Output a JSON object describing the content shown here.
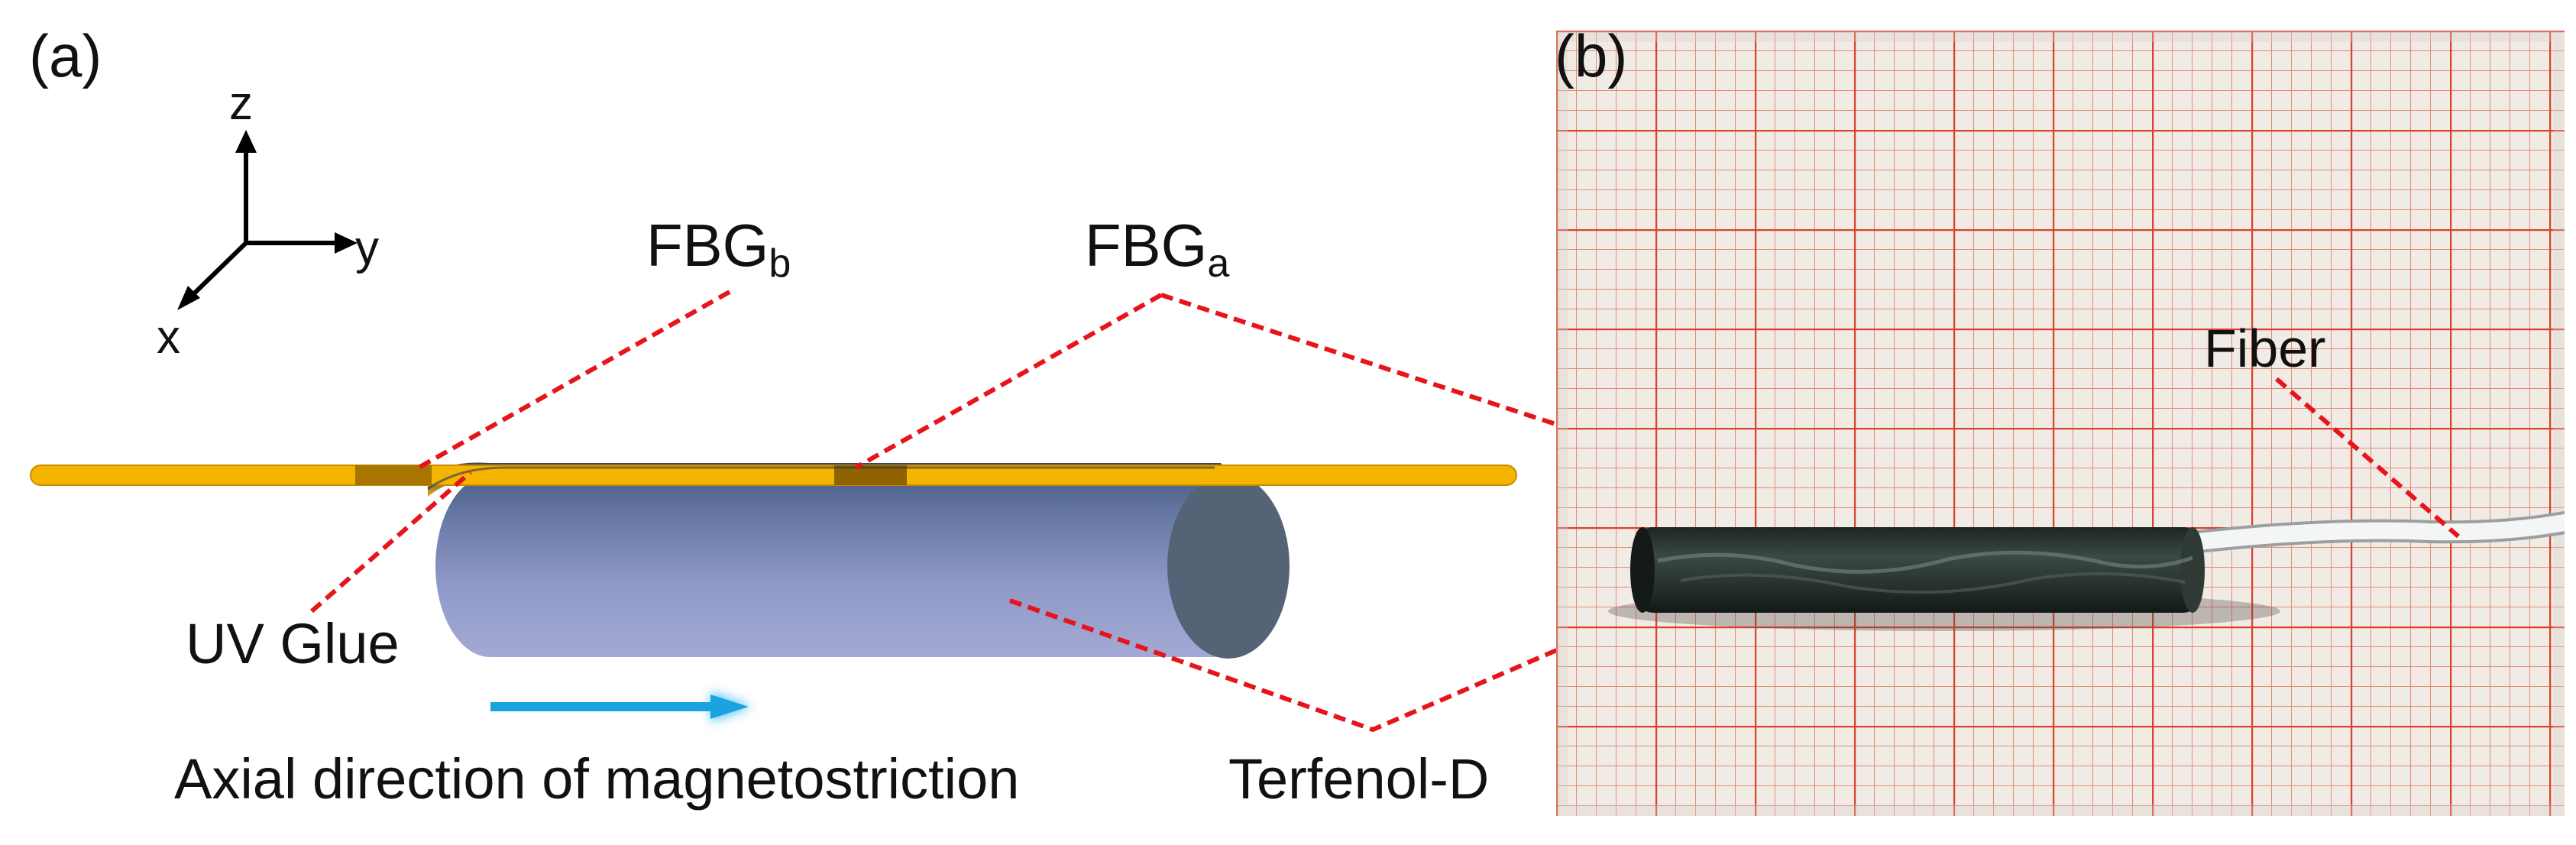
{
  "panel_a": {
    "label": "(a)",
    "axes": {
      "z": "z",
      "y": "y",
      "x": "x"
    },
    "fbg_b": {
      "main": "FBG",
      "sub": "b"
    },
    "fbg_a": {
      "main": "FBG",
      "sub": "a"
    },
    "uv_glue": "UV Glue",
    "terfenol": "Terfenol-D",
    "axial_direction": "Axial direction of magnetostriction"
  },
  "panel_b": {
    "label": "(b)",
    "fiber": "Fiber"
  },
  "colors": {
    "fiber": "#f5b400",
    "leader_line": "#e8141b",
    "arrow": "#1aa3e0",
    "grid_line": "#e0543a",
    "grid_paper": "#f1ebe6",
    "rod": "#2a3530"
  }
}
